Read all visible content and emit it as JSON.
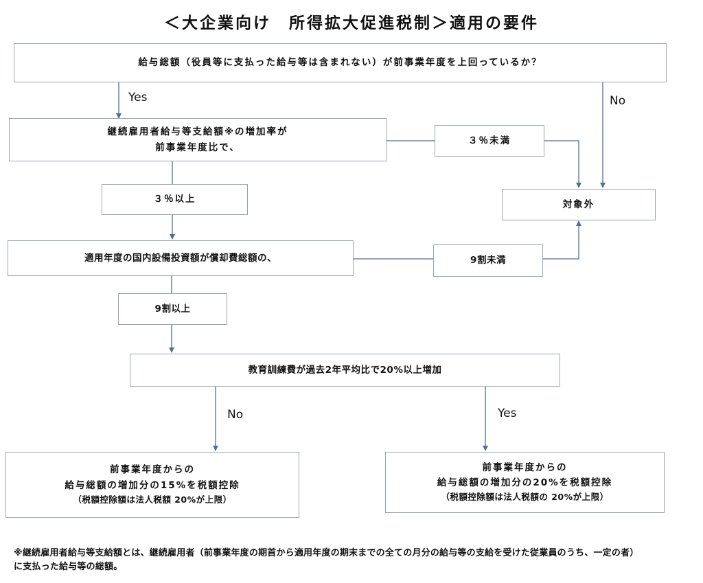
{
  "title": "＜大企業向け　所得拡大促進税制＞適用の要件",
  "nodes": {
    "q1": "給与総額（役員等に支払った給与等は含まれない）が前事業年度を上回っているか？",
    "q2_line1": "継続雇用者給与等支給額※の増加率が",
    "q2_line2": "前事業年度比で、",
    "ge3": "３％以上",
    "lt3": "３％未満",
    "excluded": "対象外",
    "q3": "適用年度の国内設備投資額が償却費総額の、",
    "lt90": "9割未満",
    "ge90": "9割以上",
    "q4": "教育訓練費が過去2年平均比で20%以上増加",
    "r15_line1": "前事業年度からの",
    "r15_line2": "給与総額の増加分の15%を税額控除",
    "r15_line3": "（税額控除額は法人税額 20%が上限）",
    "r20_line1": "前事業年度からの",
    "r20_line2": "給与総額の増加分の20%を税額控除",
    "r20_line3": "（税額控除額は法人税額の 20%が上限）"
  },
  "labels": {
    "yes1": "Yes",
    "no1": "No",
    "no2": "No",
    "yes2": "Yes"
  },
  "footnote_line1": "※継続雇用者給与等支給額とは、継続雇用者（前事業年度の期首から適用年度の期末までの全ての月分の給与等の支給を受けた従業員のうち、一定の者）",
  "footnote_line2": "に支払った給与等の総額。",
  "colors": {
    "arrow": "#4f6f96",
    "border": "#9aa4ae"
  }
}
